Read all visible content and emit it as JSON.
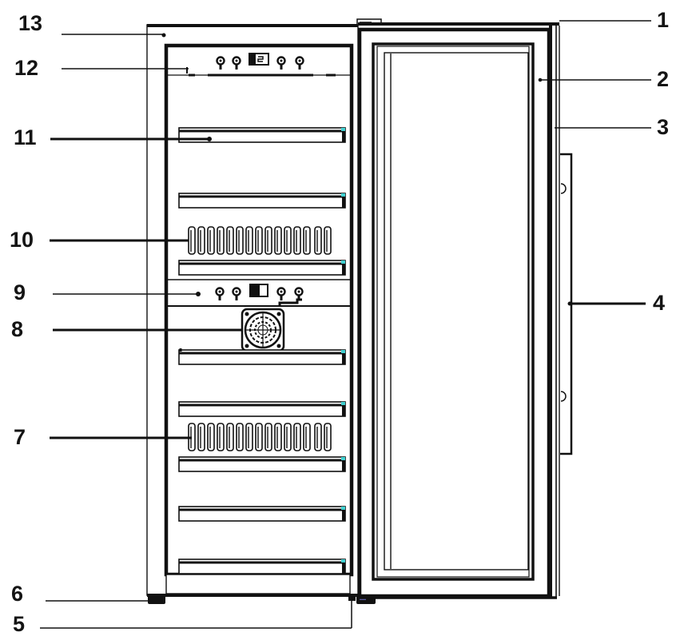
{
  "diagram": {
    "subject": "Wine cooler / refrigerator, front view with door open",
    "colors": {
      "line": "#111111",
      "background": "#ffffff",
      "shelf_accent": "#3fd0d0",
      "foot_accent": "#5a5aa0"
    },
    "callouts": [
      {
        "id": "1",
        "label": "1",
        "side": "right",
        "target": "door top hinge / top edge"
      },
      {
        "id": "2",
        "label": "2",
        "side": "right",
        "target": "glass door frame"
      },
      {
        "id": "3",
        "label": "3",
        "side": "right",
        "target": "door outer edge"
      },
      {
        "id": "4",
        "label": "4",
        "side": "right",
        "target": "door handle"
      },
      {
        "id": "5",
        "label": "5",
        "side": "left",
        "target": "bottom hinge / door foot"
      },
      {
        "id": "6",
        "label": "6",
        "side": "left",
        "target": "adjustable leveling foot"
      },
      {
        "id": "7",
        "label": "7",
        "side": "left",
        "target": "bottles on lower shelf"
      },
      {
        "id": "8",
        "label": "8",
        "side": "left",
        "target": "fan"
      },
      {
        "id": "9",
        "label": "9",
        "side": "left",
        "target": "middle control panel"
      },
      {
        "id": "10",
        "label": "10",
        "side": "left",
        "target": "bottles on upper shelf"
      },
      {
        "id": "11",
        "label": "11",
        "side": "left",
        "target": "wooden shelf"
      },
      {
        "id": "12",
        "label": "12",
        "side": "left",
        "target": "top control panel / light"
      },
      {
        "id": "13",
        "label": "13",
        "side": "left",
        "target": "cabinet body"
      }
    ],
    "shelves": {
      "upper_zone_y": [
        160,
        242,
        326
      ],
      "lower_zone_y": [
        438,
        503,
        572,
        634,
        700
      ],
      "bottles_rows_y": [
        282,
        528
      ],
      "bottles_per_row": 14
    }
  }
}
